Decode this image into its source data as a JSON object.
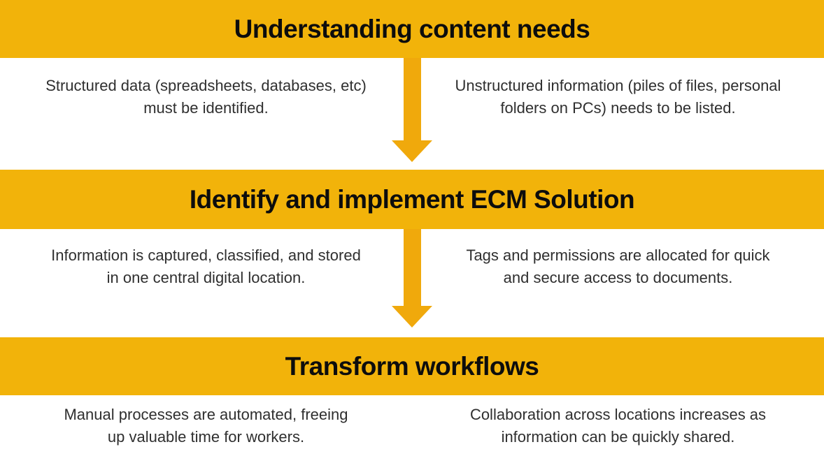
{
  "colors": {
    "banner": "#F2B30A",
    "arrow": "#F0A90C",
    "title_text": "#0d0d0d",
    "body_text": "#2f2f2f",
    "background": "#ffffff"
  },
  "sections": [
    {
      "title": "Understanding content needs",
      "left": "Structured data (spreadsheets, databases, etc)\nmust be identified.",
      "right": "Unstructured information (piles of files, personal\nfolders on PCs) needs to be listed."
    },
    {
      "title": "Identify and implement ECM Solution",
      "left": "Information is captured, classified, and stored\nin one central digital location.",
      "right": "Tags and permissions are allocated for quick\nand secure access to documents."
    },
    {
      "title": "Transform workflows",
      "left": "Manual processes are automated, freeing\nup valuable time for workers.",
      "right": "Collaboration across locations increases as\ninformation can be quickly shared."
    }
  ]
}
